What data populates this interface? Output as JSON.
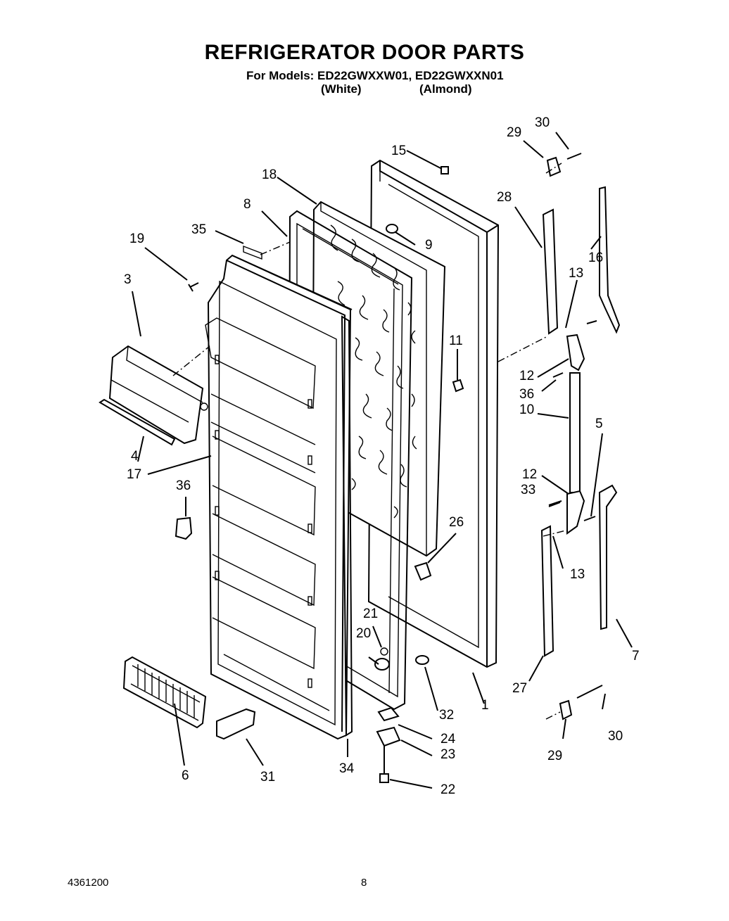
{
  "header": {
    "title": "REFRIGERATOR DOOR PARTS",
    "models_line": "For Models: ED22GWXXW01, ED22GWXXN01",
    "variant_white": "(White)",
    "variant_almond": "(Almond)"
  },
  "footer": {
    "part_number": "4361200",
    "page_number": "8"
  },
  "callouts": [
    {
      "id": "c1",
      "label": "1"
    },
    {
      "id": "c3",
      "label": "3"
    },
    {
      "id": "c4",
      "label": "4"
    },
    {
      "id": "c5",
      "label": "5"
    },
    {
      "id": "c6",
      "label": "6"
    },
    {
      "id": "c7",
      "label": "7"
    },
    {
      "id": "c8",
      "label": "8"
    },
    {
      "id": "c9",
      "label": "9"
    },
    {
      "id": "c10",
      "label": "10"
    },
    {
      "id": "c11",
      "label": "11"
    },
    {
      "id": "c12a",
      "label": "12"
    },
    {
      "id": "c12b",
      "label": "12"
    },
    {
      "id": "c13a",
      "label": "13"
    },
    {
      "id": "c13b",
      "label": "13"
    },
    {
      "id": "c15",
      "label": "15"
    },
    {
      "id": "c16",
      "label": "16"
    },
    {
      "id": "c17",
      "label": "17"
    },
    {
      "id": "c18",
      "label": "18"
    },
    {
      "id": "c19",
      "label": "19"
    },
    {
      "id": "c20",
      "label": "20"
    },
    {
      "id": "c21",
      "label": "21"
    },
    {
      "id": "c22",
      "label": "22"
    },
    {
      "id": "c23",
      "label": "23"
    },
    {
      "id": "c24",
      "label": "24"
    },
    {
      "id": "c26",
      "label": "26"
    },
    {
      "id": "c27",
      "label": "27"
    },
    {
      "id": "c28",
      "label": "28"
    },
    {
      "id": "c29a",
      "label": "29"
    },
    {
      "id": "c29b",
      "label": "29"
    },
    {
      "id": "c30a",
      "label": "30"
    },
    {
      "id": "c30b",
      "label": "30"
    },
    {
      "id": "c31",
      "label": "31"
    },
    {
      "id": "c32",
      "label": "32"
    },
    {
      "id": "c33",
      "label": "33"
    },
    {
      "id": "c34",
      "label": "34"
    },
    {
      "id": "c35",
      "label": "35"
    },
    {
      "id": "c36a",
      "label": "36"
    },
    {
      "id": "c36b",
      "label": "36"
    }
  ]
}
